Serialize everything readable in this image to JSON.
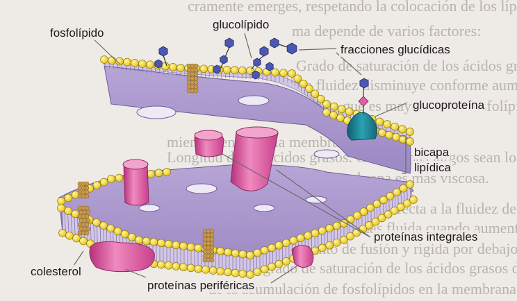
{
  "background_text": [
    "cramente emerges, respetando la colocación de los lípidos",
    "ma depende de varios factores:",
    "Grado de saturación de los ácidos grasos de los lípidos de me",
    "La fluidez disminuye conforme aumenta el grado de saturación de lo",
    "grasos, que es mayor en los fosfolípidos que limita la libertad d",
    "miento dentro de la membrana.",
    "Longitud de los ácidos grasos. Cuanto más largos sean los lípidos de m",
    "La fluidez disminuye y la membrana es más viscosa.",
    "Temperatura. La temperatura afecta a la fluidez de la membrana de los lípidos de lon",
    "La membrana se vuelve más fluida cuando aumenta la temperatura",
    "por encima del punto de fusión y rígida por debajo, los organismos",
    "variar el grado de saturación de los ácidos grasos de la membrana",
    "de la acumulación de fosfolípidos en la membrana de las células"
  ],
  "labels": {
    "fosfolipido": "fosfolípido",
    "glucolipido": "glucolípido",
    "fracciones": "fracciones glucídicas",
    "glucoproteina": "glucoproteína",
    "bicapa": "bicapa",
    "lipidica": "lipídica",
    "integrales": "proteínas integrales",
    "colesterol": "colesterol",
    "perifericas": "proteínas periféricas"
  },
  "colors": {
    "head_yellow": "#f2d21a",
    "tail_lilac": "#c7b8df",
    "membrane_face": "#a894cc",
    "sugar_blue": "#4a58b2",
    "sugar_pink": "#e45da8",
    "protein_pink": "#e0509a",
    "protein_teal": "#1f8c9d",
    "cholesterol": "#c99a4c"
  }
}
